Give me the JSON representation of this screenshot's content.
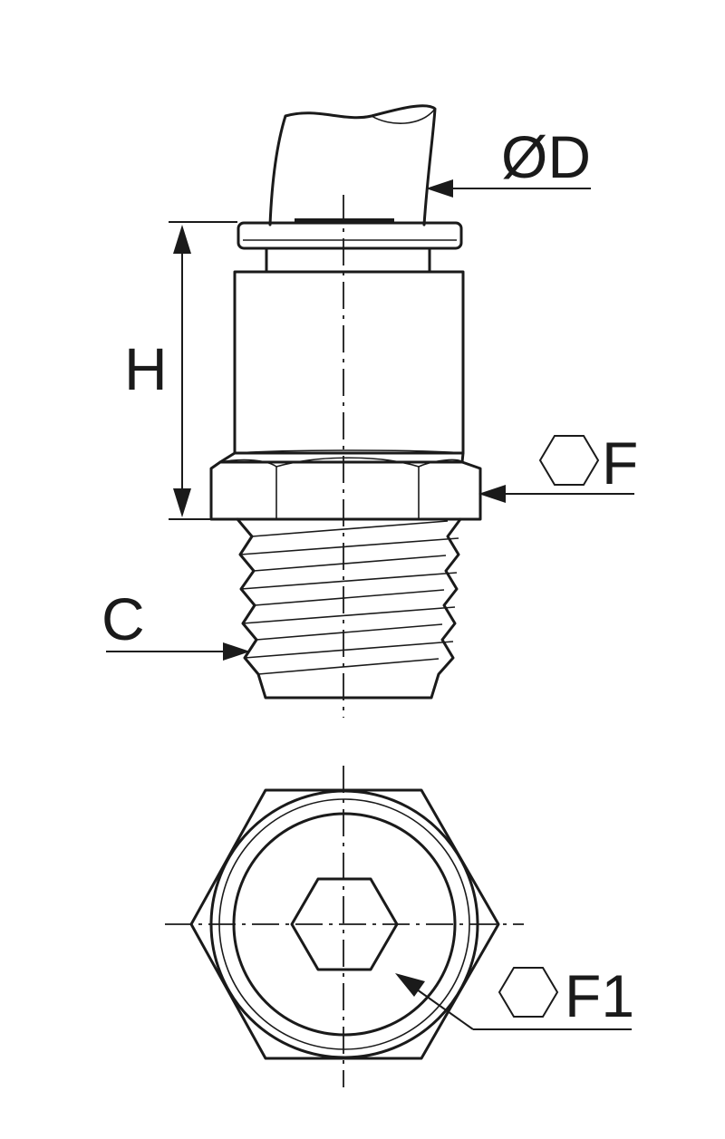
{
  "labels": {
    "diameter": "ØD",
    "height": "H",
    "hex": "F",
    "thread": "C",
    "inner_hex": "F1"
  },
  "colors": {
    "line": "#1a1a1a",
    "background": "#ffffff"
  }
}
